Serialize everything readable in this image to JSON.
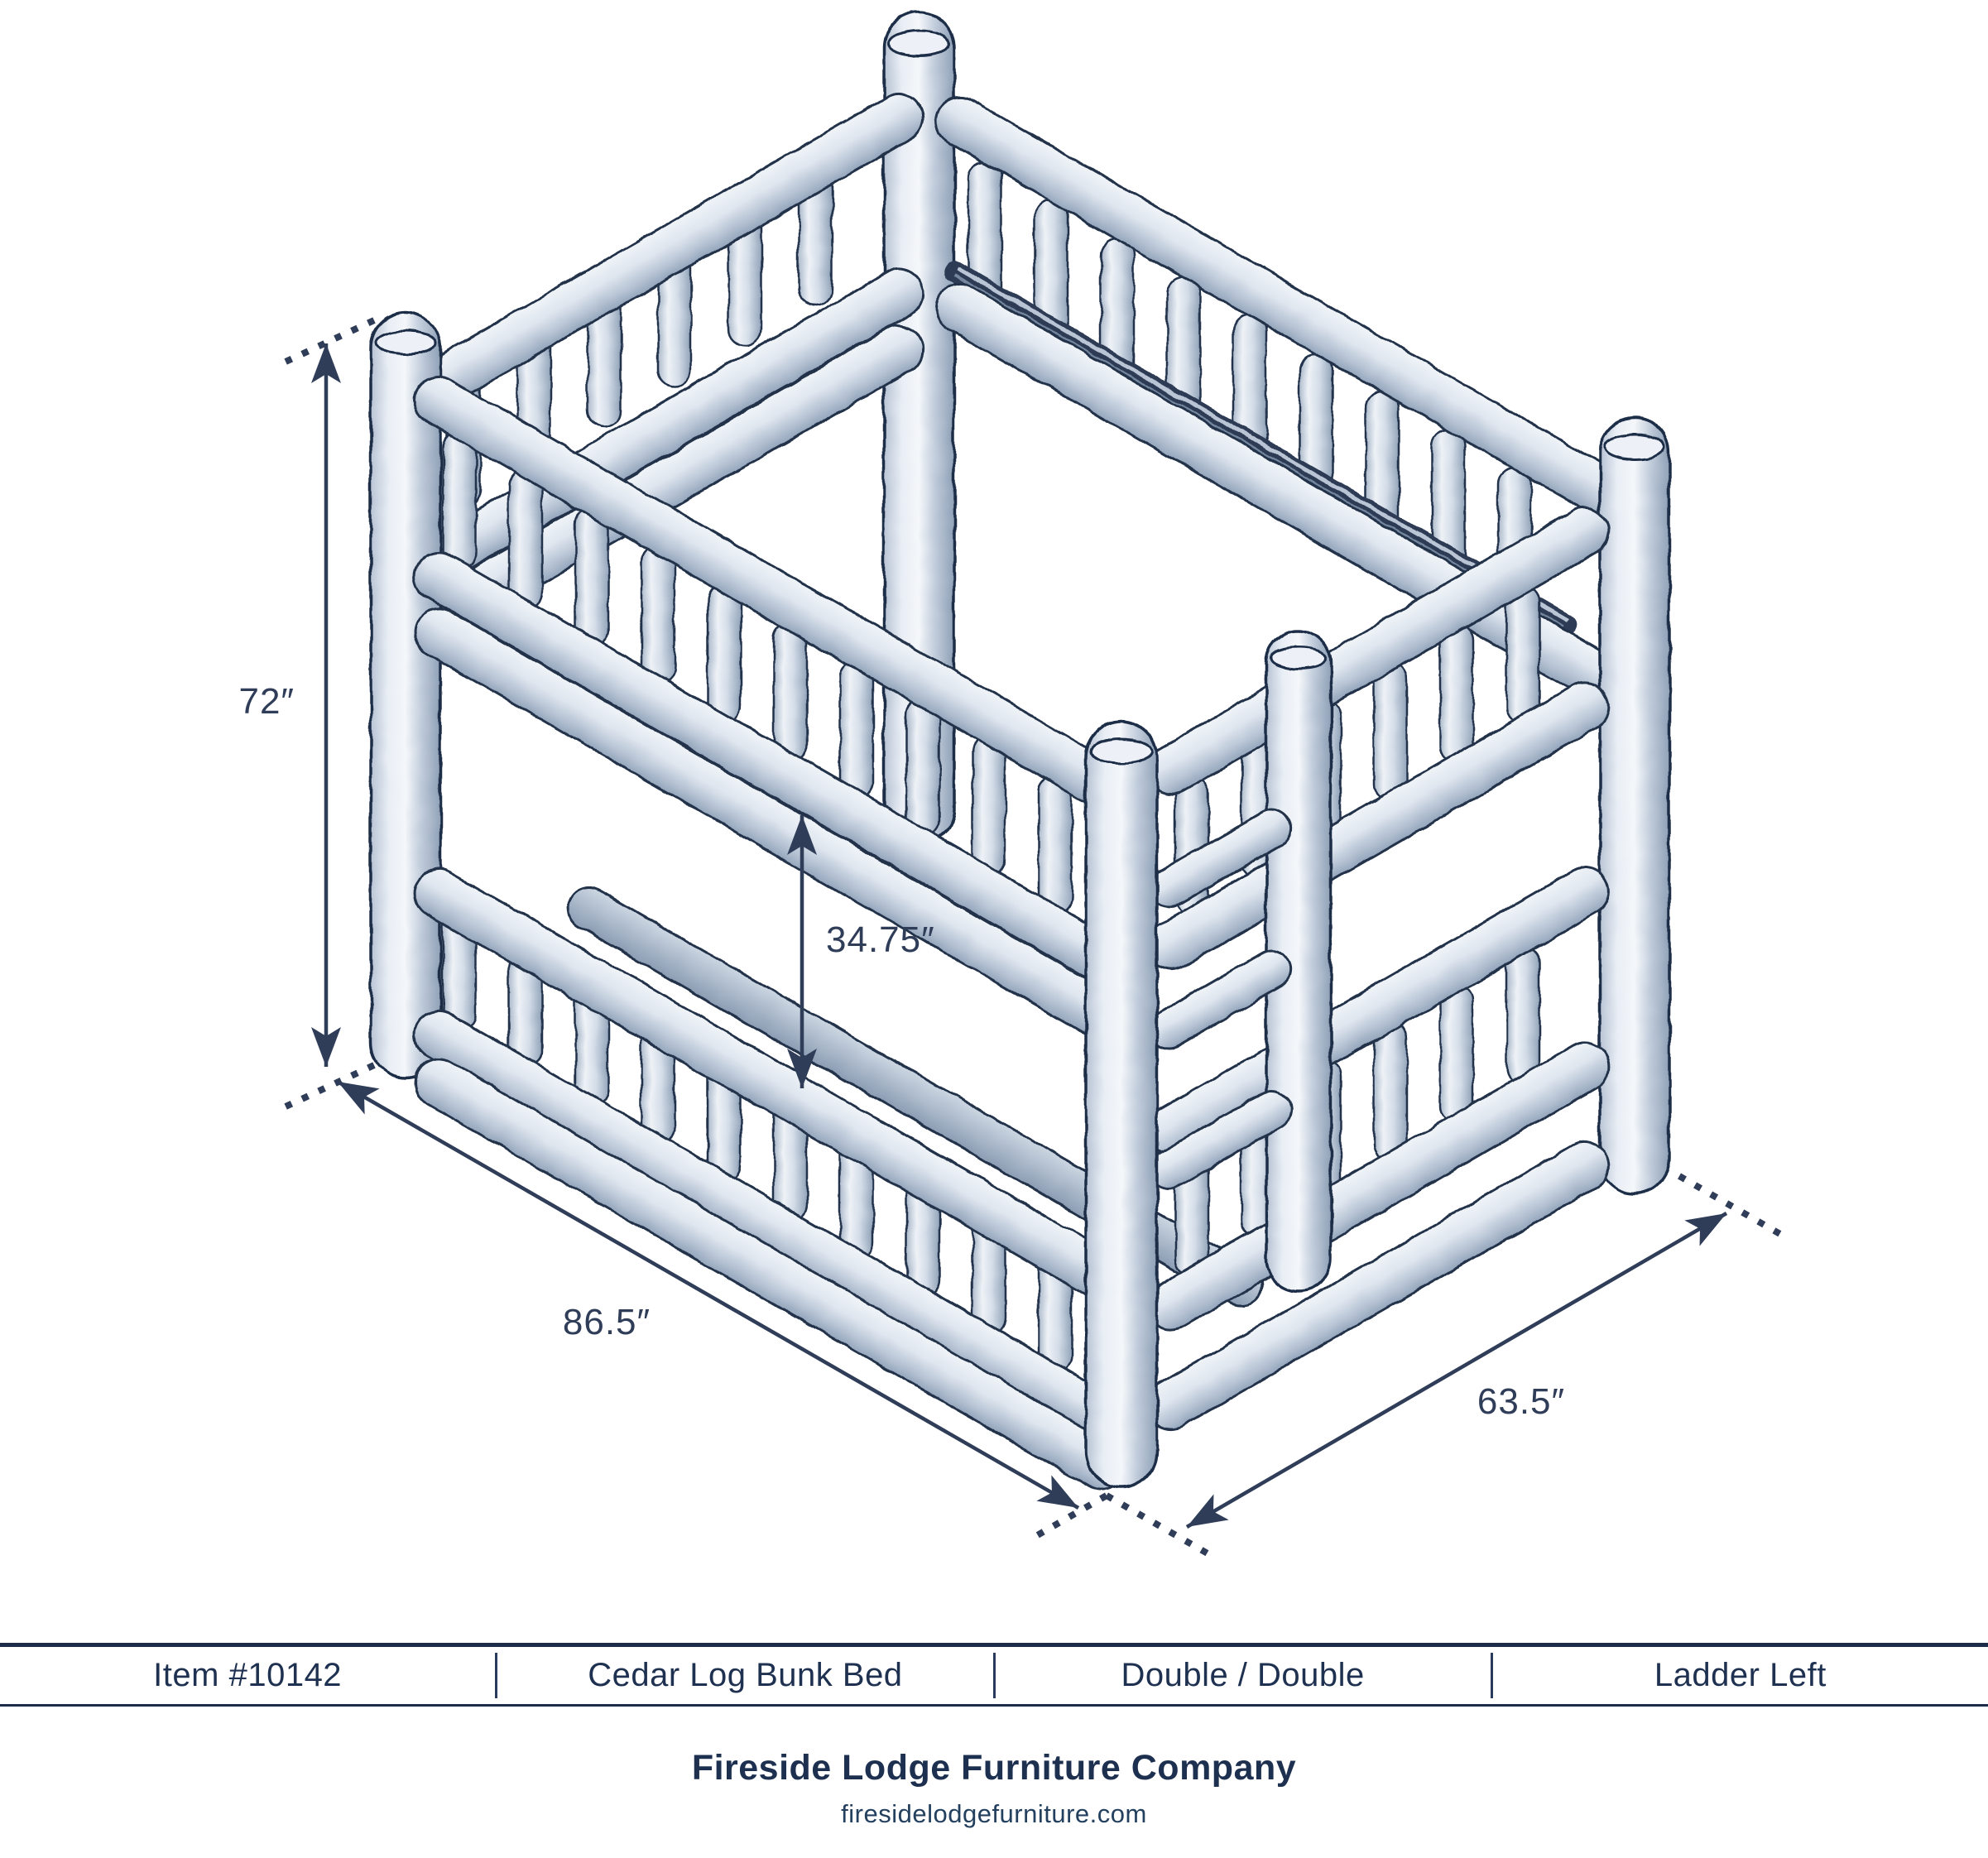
{
  "diagram": {
    "dimensions": {
      "height": "72″",
      "mattress_clearance": "34.75″",
      "length": "86.5″",
      "depth": "63.5″"
    }
  },
  "spec_table": {
    "item_number": "Item #10142",
    "product_name": "Cedar Log Bunk Bed",
    "size": "Double / Double",
    "ladder_position": "Ladder Left"
  },
  "footer": {
    "company_name": "Fireside Lodge Furniture Company",
    "website": "firesidelodgefurniture.com"
  },
  "colors": {
    "ink_navy": "#1f3150",
    "dimension_ink": "#2f3d58",
    "table_border": "#1d2c49",
    "log_highlight": "#f4f7fa",
    "log_midtone": "#c2cddc",
    "log_shadow": "#8ea0b6",
    "log_outline": "#22304a",
    "background": "#ffffff"
  }
}
